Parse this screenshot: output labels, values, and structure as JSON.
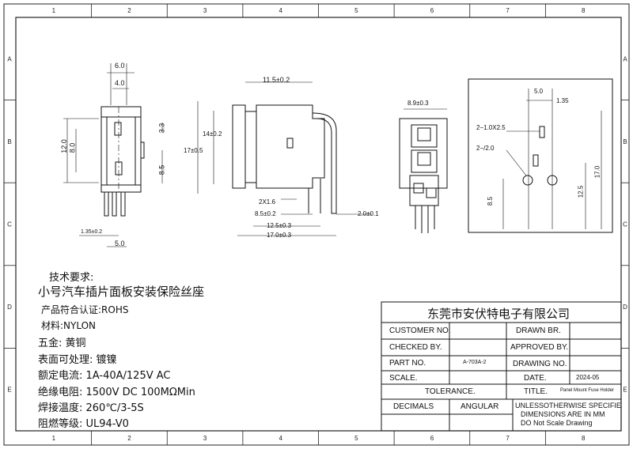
{
  "grid": {
    "cols": [
      "1",
      "2",
      "3",
      "4",
      "5",
      "6",
      "7",
      "8"
    ],
    "rows": [
      "A",
      "B",
      "C",
      "D",
      "E"
    ]
  },
  "front_view": {
    "w_outer": "6.0",
    "w_inner": "4.0",
    "h_outer": "12.0",
    "h_inner": "8.0",
    "small": "3.3",
    "side": "8.5",
    "pin_pitch": "5.0",
    "pin_thk": "1.35±0.2"
  },
  "side_view": {
    "top": "11.5±0.2",
    "h1": "14±0.2",
    "h2": "17±0.5",
    "d1": "2X1.6",
    "d2": "8.5±0.2",
    "d3": "12.5±0.3",
    "d4": "17.0±0.3",
    "d5": "2.0±0.1"
  },
  "rear_view": {
    "top": "8.9±0.3"
  },
  "panel_cutout": {
    "a": "5.0",
    "b": "1.35",
    "hole1": "2−1.0X2.5",
    "hole2": "2−/2.0",
    "h1": "8.5",
    "h2": "12.5",
    "h3": "17.0"
  },
  "requirements": {
    "heading": "技术要求:",
    "product": "小号汽车插片面板安装保险丝座",
    "cert": "产品符合认证:ROHS",
    "material": "材料:NYLON",
    "metal": "五金: 黄铜",
    "surface": "表面可处理: 镀镍",
    "rated": "额定电流: 1A-40A/125V AC",
    "insulation": "绝缘电阻: 1500V DC 100MΩMin",
    "solder": "焊接温度: 260℃/3-5S",
    "flame": "阻燃等级: UL94-V0"
  },
  "title_block": {
    "company": "东莞市安伏特电子有限公司",
    "customer_no": "CUSTOMER NO.",
    "drawn_by": "DRAWN BR.",
    "checked_by": "CHECKED BY.",
    "approved_by": "APPROVED BY.",
    "part_no": "PART NO.",
    "part_no_value": "A-703A-2",
    "drawing_no": "DRAWING NO.",
    "scale": "SCALE.",
    "date": "DATE.",
    "date_value": "2024-05",
    "tolerance": "TOLERANCE.",
    "title": "TITLE.",
    "title_value": "Panel Mount Fuse Holder",
    "decimals": "DECIMALS",
    "angular": "ANGULAR",
    "note1": "UNLESSOTHERWISE SPECIFIE",
    "note2": "DIMENSIONS ARE IN MM",
    "note3": "DO Not Scale Drawing"
  }
}
